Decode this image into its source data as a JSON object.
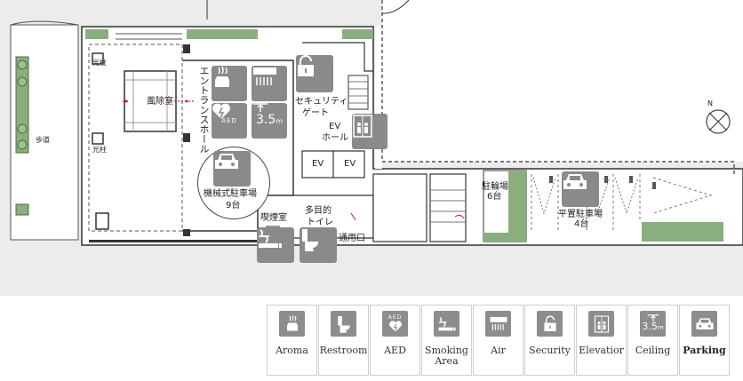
{
  "plan": {
    "room_labels": {
      "koshi_left": "光柱",
      "koshi_left2": "光柱",
      "hodo": "歩道",
      "fujoshitsu": "風除室",
      "entrance_hall": "エントランスホール",
      "security_gate_1": "セキュリティ",
      "security_gate_2": "ゲート",
      "ev_hall_1": "EV",
      "ev_hall_2": "ホール",
      "ev_1": "EV",
      "ev_2": "EV",
      "mech_parking_1": "機械式駐車場",
      "mech_parking_2": "9台",
      "smoking_room": "喫煙室",
      "multi_toilet_1": "多目的",
      "multi_toilet_2": "トイレ",
      "service_entrance": "通用口",
      "bicycle_1": "駐輪場",
      "bicycle_2": "6台",
      "flat_parking_1": "平置駐車場",
      "flat_parking_2": "4台",
      "ceiling_value": "3.5",
      "ceiling_unit": "m",
      "aed_text": "AED",
      "north": "N"
    },
    "icons": [
      "aroma-icon",
      "air-icon",
      "security-icon",
      "aed-icon",
      "ceiling-icon",
      "elevator-icon",
      "car-icon",
      "car-icon",
      "smoking-icon",
      "restroom-icon"
    ]
  },
  "legend": {
    "items": [
      {
        "label": "Aroma",
        "icon": "aroma-icon"
      },
      {
        "label": "Restroom",
        "icon": "restroom-icon"
      },
      {
        "label": "AED",
        "icon": "aed-icon",
        "sub": "AED"
      },
      {
        "label": "Smoking Area",
        "icon": "smoking-icon"
      },
      {
        "label": "Air",
        "icon": "air-icon"
      },
      {
        "label": "Security",
        "icon": "security-icon"
      },
      {
        "label": "Elevatior",
        "icon": "elevator-icon"
      },
      {
        "label": "Ceiling",
        "icon": "ceiling-icon",
        "sub": "3.5",
        "unit": "m"
      },
      {
        "label": "Parking",
        "icon": "car-icon",
        "active": true
      }
    ]
  },
  "colors": {
    "background": "#ececec",
    "green": "#8bae7e",
    "icon_gray": "#8a8a8a",
    "wall": "#333333",
    "red_marker": "#d62020"
  }
}
